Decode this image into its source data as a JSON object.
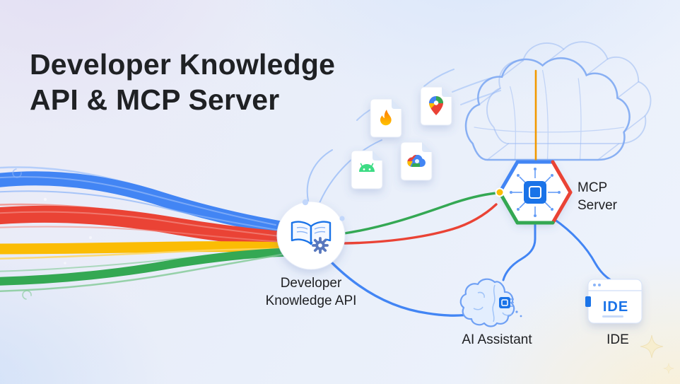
{
  "title": {
    "line1": "Developer Knowledge",
    "line2": "API & MCP Server"
  },
  "nodes": {
    "developer_knowledge_api": {
      "label_line1": "Developer",
      "label_line2": "Knowledge API"
    },
    "mcp_server": {
      "label_line1": "MCP",
      "label_line2": "Server"
    },
    "ai_assistant": {
      "label": "AI Assistant"
    },
    "ide": {
      "label": "IDE",
      "window_text": "IDE"
    }
  },
  "icons": {
    "knowledge_api": "open-book-gear-icon",
    "mcp_server": "chip-circuit-icon",
    "ai_assistant": "brain-chip-icon",
    "ide": "browser-window-icon",
    "cloud": "wireframe-cloud-icon",
    "docs": [
      "firebase-flame-icon",
      "google-maps-pin-icon",
      "android-robot-icon",
      "google-cloud-icon"
    ],
    "decor": [
      "sparkle-icon"
    ]
  },
  "connections": [
    {
      "from": "data-streams",
      "to": "developer-knowledge-api",
      "style": "multicolor-ribbons"
    },
    {
      "from": "developer-knowledge-api",
      "to": "doc-icons",
      "style": "light-blue-flow"
    },
    {
      "from": "developer-knowledge-api",
      "to": "mcp-server",
      "style": "green-line"
    },
    {
      "from": "developer-knowledge-api",
      "to": "mcp-server",
      "style": "red-line"
    },
    {
      "from": "developer-knowledge-api",
      "to": "ai-assistant",
      "style": "blue-line"
    },
    {
      "from": "mcp-server",
      "to": "cloud",
      "style": "orange-line"
    },
    {
      "from": "mcp-server",
      "to": "ai-assistant",
      "style": "blue-line"
    },
    {
      "from": "mcp-server",
      "to": "ide",
      "style": "blue-line"
    }
  ],
  "colors": {
    "blue": "#4285F4",
    "red": "#EA4335",
    "yellow": "#FBBC04",
    "green": "#34A853",
    "dark_blue": "#1A73E8",
    "light_blue": "#8AB4F8",
    "pale_blue": "#A8C7FA",
    "light_red": "#F28B82",
    "light_yellow": "#FDD663",
    "light_green": "#81C995",
    "orange": "#F29900",
    "stroke_blue": "#669DF6",
    "android_green": "#3DDC84",
    "text": "#202124",
    "white": "#FFFFFF"
  }
}
